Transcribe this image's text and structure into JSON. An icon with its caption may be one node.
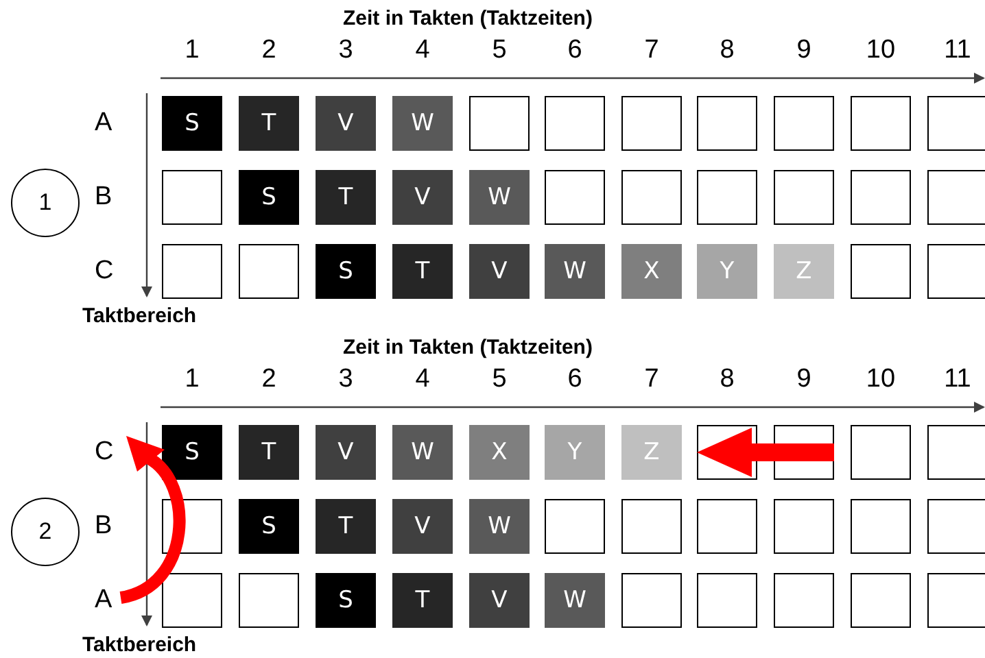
{
  "diagram": {
    "nodes": [
      {
        "text": [
          "1"
        ]
      },
      {
        "text": [
          "S"
        ]
      },
      {
        "text": [
          "T"
        ]
      },
      {
        "text": [
          "V"
        ]
      },
      {
        "text": [
          "W"
        ]
      },
      {
        "text": [],
        "shape": "box"
      },
      {
        "text": [],
        "shape": "box"
      },
      {
        "text": [],
        "shape": "box"
      },
      {
        "text": [],
        "shape": "box"
      },
      {
        "text": [],
        "shape": "box"
      },
      {
        "text": [],
        "shape": "box"
      },
      {
        "text": [],
        "shape": "box"
      },
      {
        "text": [],
        "shape": "box"
      },
      {
        "text": [
          "S"
        ]
      },
      {
        "text": [
          "T"
        ]
      },
      {
        "text": [
          "V"
        ]
      },
      {
        "text": [
          "W"
        ]
      },
      {
        "text": [],
        "shape": "box"
      },
      {
        "text": [],
        "shape": "box"
      },
      {
        "text": [],
        "shape": "box"
      },
      {
        "text": [],
        "shape": "box"
      },
      {
        "text": [],
        "shape": "box"
      },
      {
        "text": [],
        "shape": "box"
      },
      {
        "text": [],
        "shape": "box"
      },
      {
        "text": [],
        "shape": "box"
      },
      {
        "text": [
          "S"
        ]
      },
      {
        "text": [
          "T"
        ]
      },
      {
        "text": [
          "V"
        ]
      },
      {
        "text": [
          "W"
        ]
      },
      {
        "text": [
          "X"
        ]
      },
      {
        "text": [
          "Y"
        ]
      },
      {
        "text": [
          "Z"
        ]
      },
      {
        "text": [],
        "shape": "box"
      },
      {
        "text": [],
        "shape": "box"
      },
      {
        "text": [
          "2"
        ]
      },
      {
        "text": [
          "S"
        ]
      },
      {
        "text": [
          "T"
        ]
      },
      {
        "text": [
          "V"
        ]
      },
      {
        "text": [
          "W"
        ]
      },
      {
        "text": [
          "X"
        ]
      },
      {
        "text": [
          "Y"
        ]
      },
      {
        "text": [
          "Z"
        ]
      },
      {
        "text": [],
        "shape": "box"
      },
      {
        "text": [],
        "shape": "box"
      },
      {
        "text": [],
        "shape": "box"
      },
      {
        "text": [],
        "shape": "box"
      },
      {
        "text": [],
        "shape": "box"
      },
      {
        "text": [
          "S"
        ]
      },
      {
        "text": [
          "T"
        ]
      },
      {
        "text": [
          "V"
        ]
      },
      {
        "text": [
          "W"
        ]
      },
      {
        "text": [],
        "shape": "box"
      },
      {
        "text": [],
        "shape": "box"
      },
      {
        "text": [],
        "shape": "box"
      },
      {
        "text": [],
        "shape": "box"
      },
      {
        "text": [],
        "shape": "box"
      },
      {
        "text": [],
        "shape": "box"
      },
      {
        "text": [],
        "shape": "box"
      },
      {
        "text": [],
        "shape": "box"
      },
      {
        "text": [
          "S"
        ]
      },
      {
        "text": [
          "T"
        ]
      },
      {
        "text": [
          "V"
        ]
      },
      {
        "text": [
          "W"
        ]
      },
      {
        "text": [],
        "shape": "box"
      },
      {
        "text": [],
        "shape": "box"
      },
      {
        "text": [],
        "shape": "box"
      },
      {
        "text": [],
        "shape": "box"
      },
      {
        "text": [],
        "shape": "box"
      }
    ],
    "edges": [
      {
        "from": 43,
        "to": 42,
        "arrow": "to"
      }
    ],
    "labels": [
      "Zeit in Takten (Taktzeiten)",
      "1",
      "2",
      "3",
      "4",
      "5",
      "6",
      "7",
      "8",
      "9",
      "10",
      "11",
      "A",
      "B",
      "C",
      "Taktbereich",
      "Zeit in Takten (Taktzeiten)",
      "1",
      "2",
      "3",
      "4",
      "5",
      "6",
      "7",
      "8",
      "9",
      "10",
      "11",
      "C",
      "B",
      "A",
      "Taktbereich"
    ]
  }
}
